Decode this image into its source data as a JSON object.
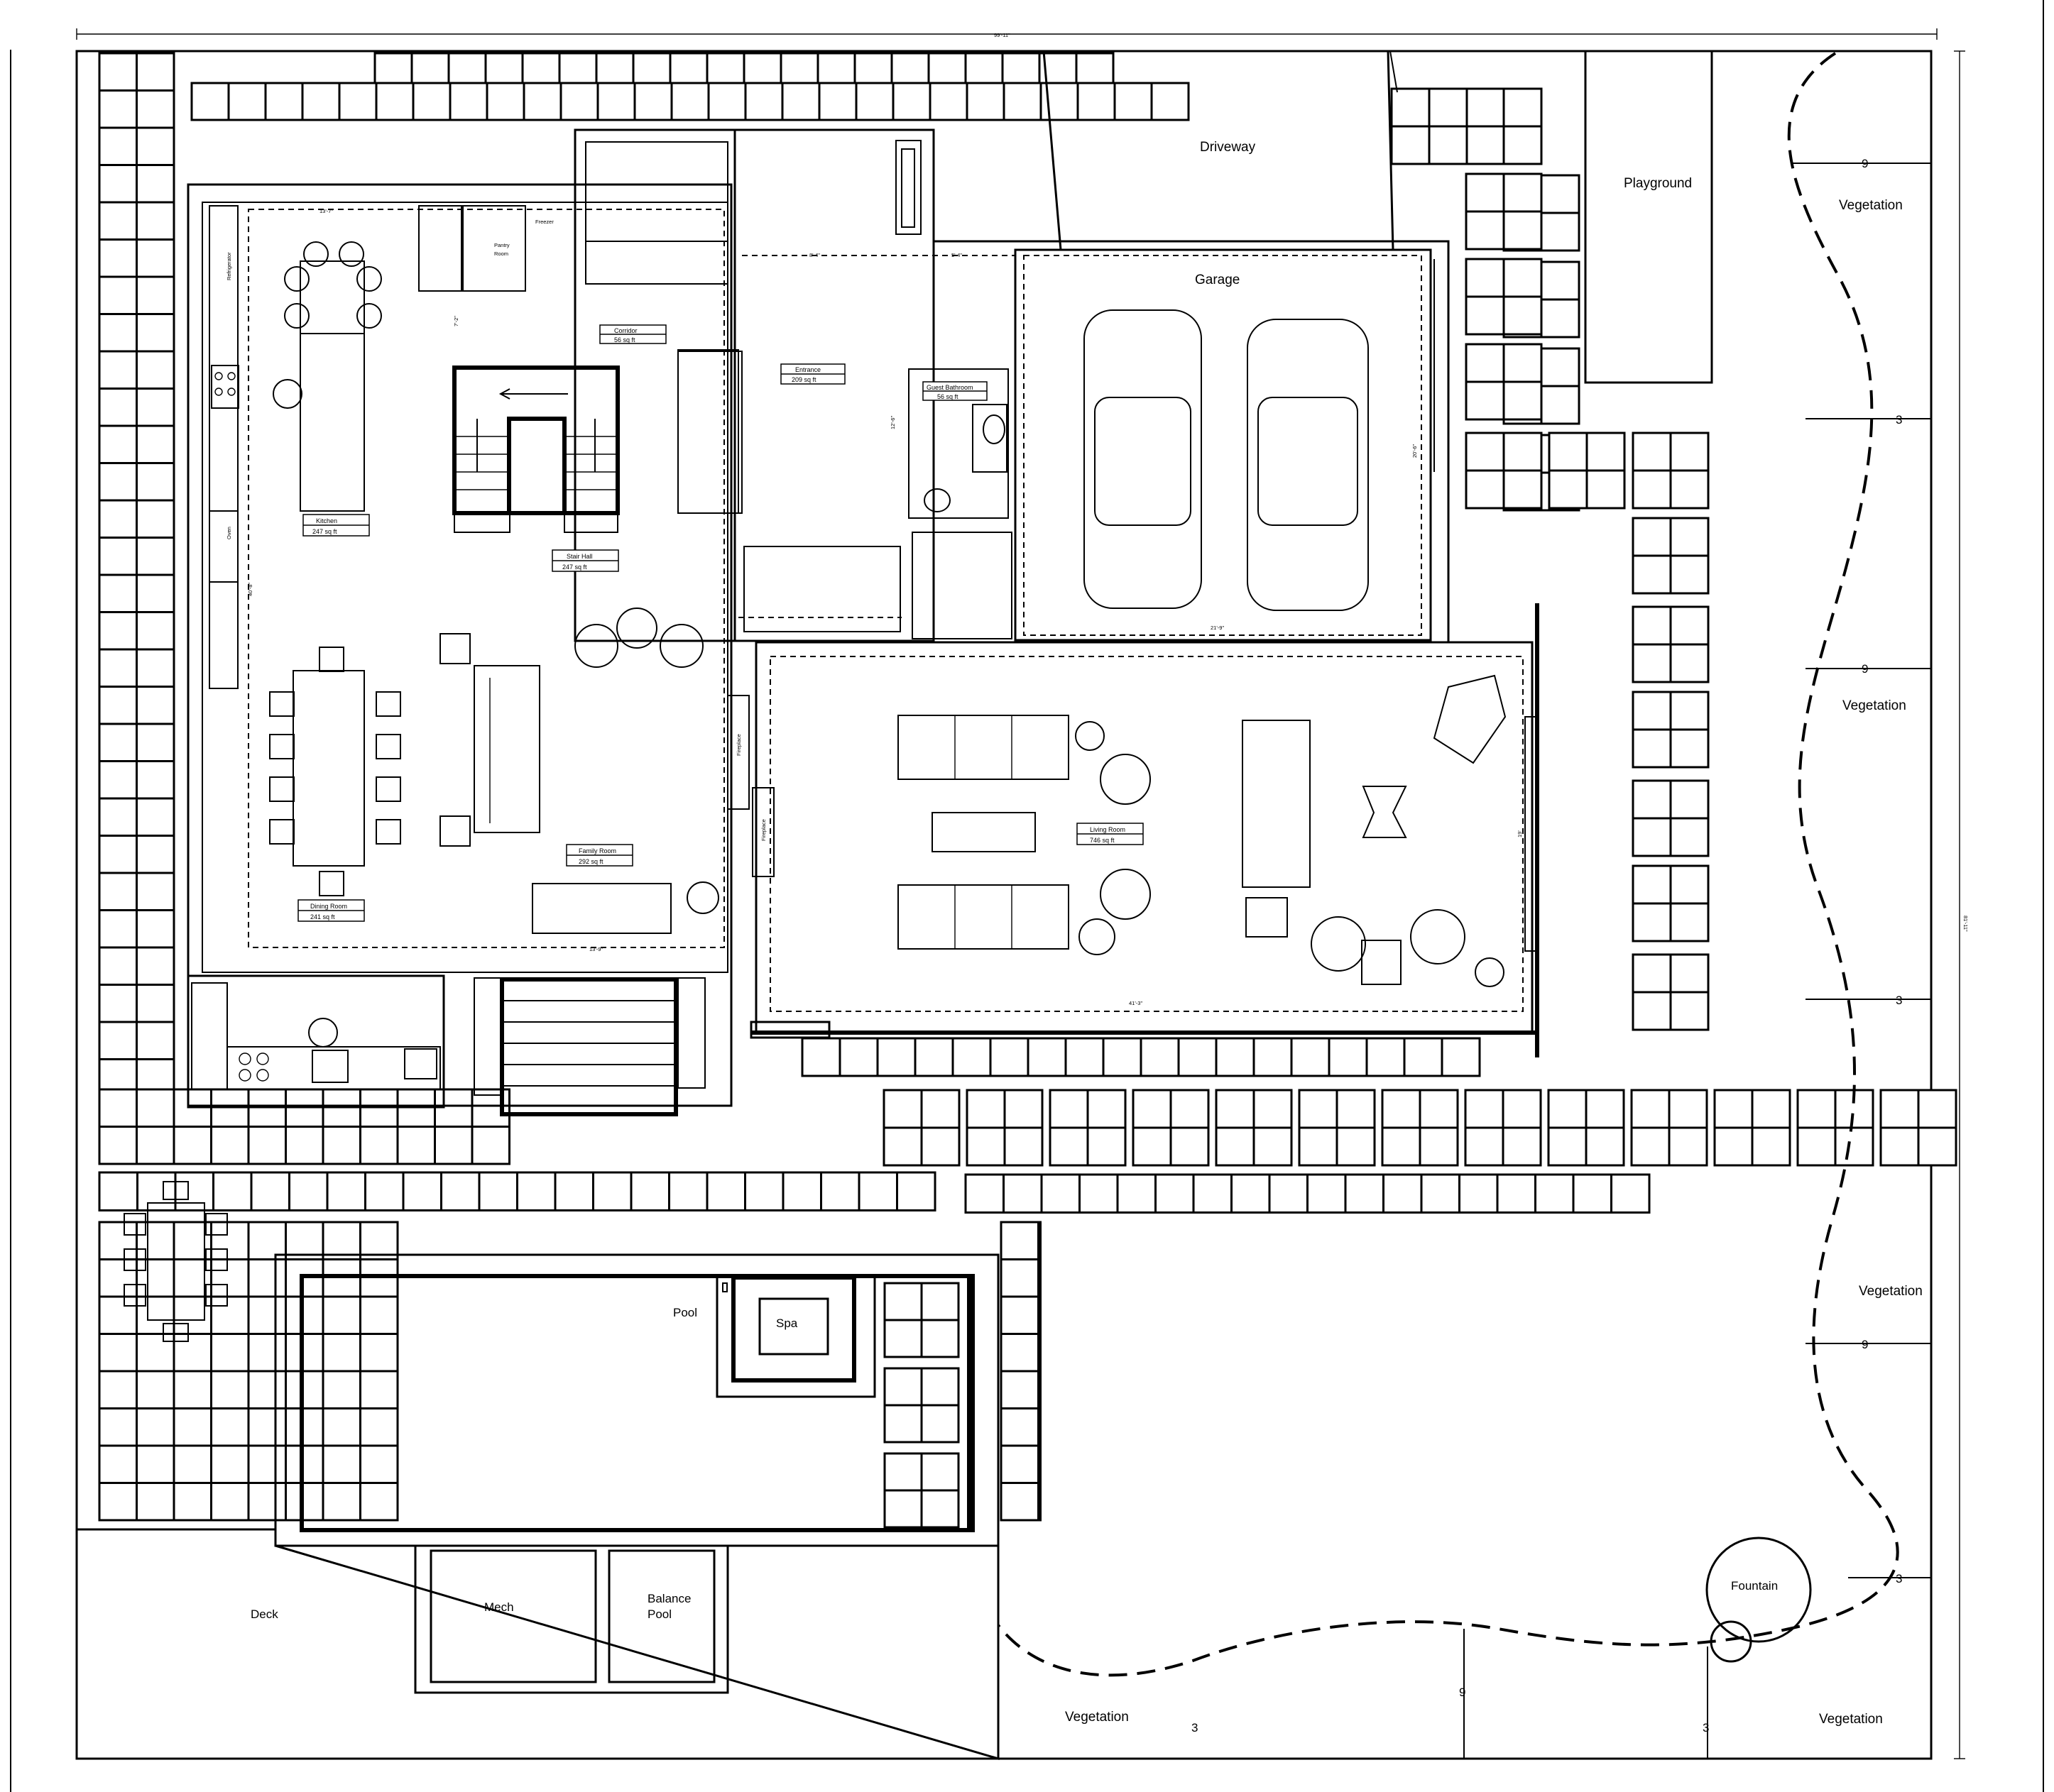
{
  "dimensions": {
    "overall_width": "99'-11\"",
    "overall_depth": "81'-11\"",
    "kitchen_width": "13'-7\"",
    "corridor_width": "8'-4\"",
    "entrance_width": "5'-4\"",
    "garage_depth": "20'-6\"",
    "garage_width": "21'-9\"",
    "family_width": "13'-9\"",
    "living_width": "41'-3\"",
    "living_depth": "19'",
    "dining_depth": "40'-8\"",
    "stair_depth": "12'-6\"",
    "kitchen_depth": "7'-2\""
  },
  "site": {
    "driveway": "Driveway",
    "playground": "Playground",
    "garage": "Garage",
    "pool": "Pool",
    "spa": "Spa",
    "deck": "Deck",
    "mech": "Mech",
    "balance_pool_1": "Balance",
    "balance_pool_2": "Pool",
    "fountain": "Fountain",
    "vegetation": "Vegetation"
  },
  "rooms": {
    "kitchen": {
      "name": "Kitchen",
      "area": "247 sq ft"
    },
    "stair_hall": {
      "name": "Stair Hall",
      "area": "247 sq ft"
    },
    "corridor": {
      "name": "Corridor",
      "area": "56 sq ft"
    },
    "entrance": {
      "name": "Entrance",
      "area": "209 sq ft"
    },
    "guest_bath": {
      "name": "Guest Bathroom",
      "area": "56 sq ft"
    },
    "family": {
      "name": "Family Room",
      "area": "292 sq ft"
    },
    "dining": {
      "name": "Dining Room",
      "area": "241 sq ft"
    },
    "living": {
      "name": "Living Room",
      "area": "746 sq ft"
    },
    "pantry_1": "Pantry",
    "pantry_2": "Room",
    "freezer": "Freezer",
    "refrigerator": "Refrigerator",
    "oven": "Oven",
    "fireplace": "Fireplace"
  },
  "contour": {
    "label_9": "9",
    "label_3": "3"
  }
}
